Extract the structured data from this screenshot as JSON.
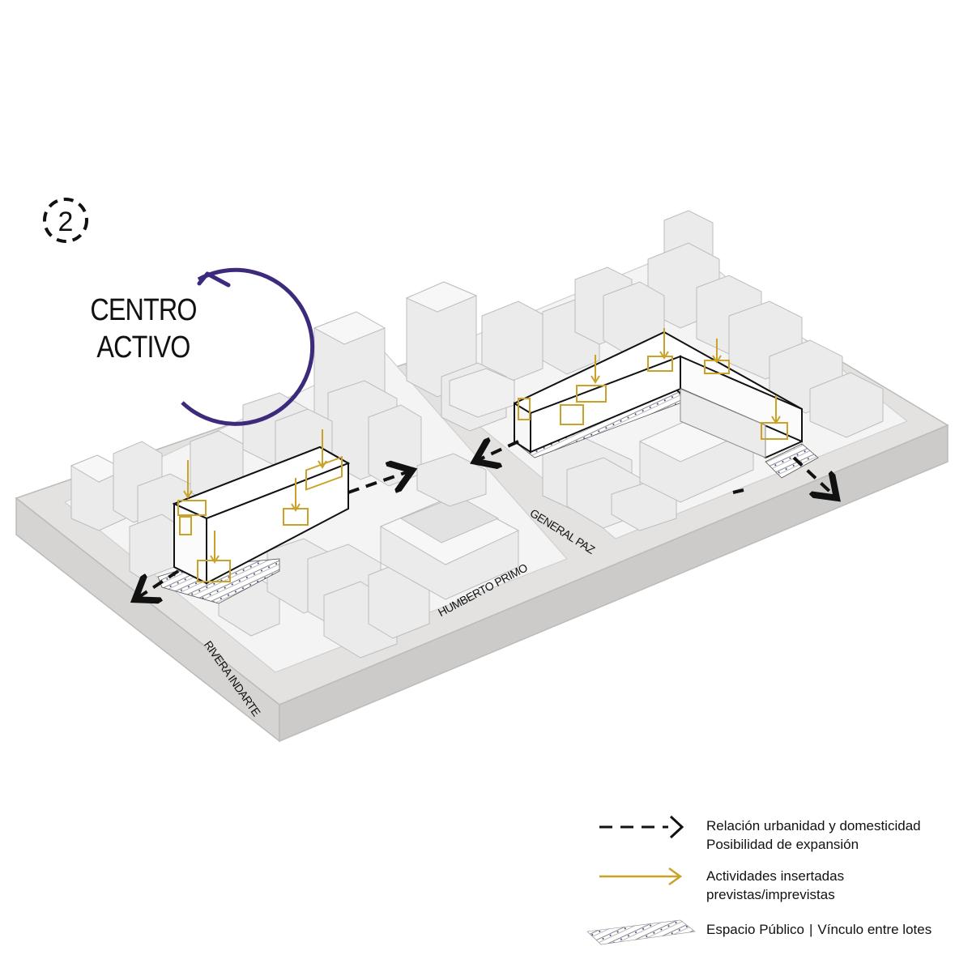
{
  "step_number": "2",
  "title": "CENTRO ACTIVO",
  "title_lines": [
    "CENTRO",
    "ACTIVO"
  ],
  "streets": {
    "humberto": "HUMBERTO PRIMO",
    "general": "GENERAL PAZ",
    "rivera": "RIVERA INDARTE"
  },
  "legend": {
    "dashed": {
      "line1": "Relación urbanidad y domesticidad",
      "line2": "Posibilidad de expansión"
    },
    "arrow": {
      "line1": "Actividades insertadas",
      "line2": "previstas/imprevistas"
    },
    "hatch": {
      "part1": "Espacio Público",
      "separator": "|",
      "part2": "Vínculo entre lotes"
    }
  },
  "colors": {
    "accent_purple": "#3d2a7d",
    "activity_gold": "#c9a227",
    "building_fill": "#ececec",
    "building_stroke": "#c8c8c8",
    "base_fill": "#e2e0df",
    "block_fill": "#f3f3f3",
    "outline": "#111111",
    "hatch_blue": "#2a3c8c"
  }
}
